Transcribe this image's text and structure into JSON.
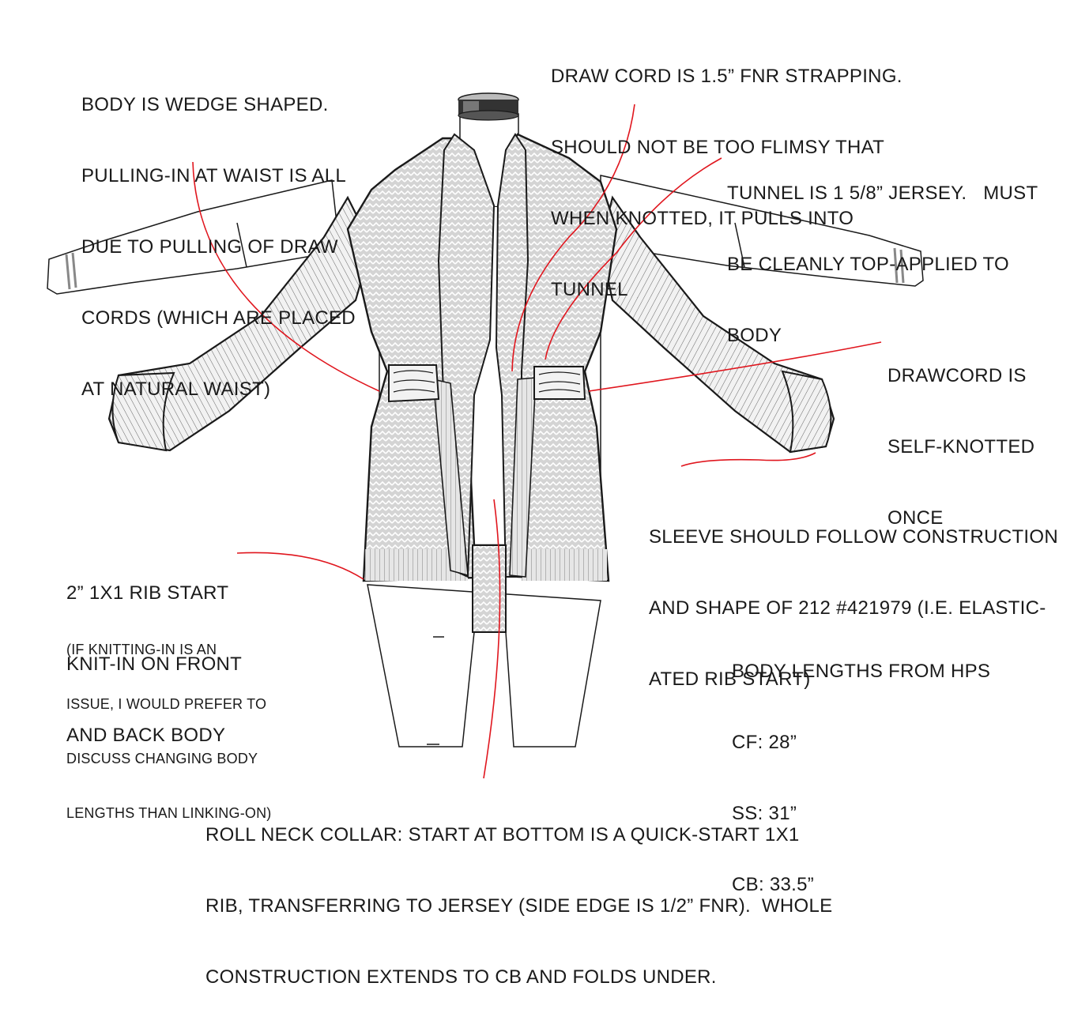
{
  "annotations": {
    "body_shape": [
      "BODY IS WEDGE SHAPED.",
      "PULLING-IN AT WAIST IS ALL",
      "DUE TO PULLING OF DRAW",
      "CORDS (WHICH ARE PLACED",
      "AT NATURAL WAIST)"
    ],
    "draw_cord": [
      "DRAW CORD IS 1.5” FNR STRAPPING.",
      "SHOULD NOT BE TOO FLIMSY THAT",
      "WHEN KNOTTED, IT PULLS INTO",
      "TUNNEL"
    ],
    "tunnel": [
      "TUNNEL IS 1 5/8” JERSEY.   MUST",
      "BE CLEANLY TOP-APPLIED TO",
      "BODY"
    ],
    "drawcord_knot": [
      "DRAWCORD IS",
      "SELF-KNOTTED",
      "ONCE"
    ],
    "sleeve": [
      "SLEEVE SHOULD FOLLOW CONSTRUCTION",
      "AND SHAPE OF 212 #421979 (I.E. ELASTIC-",
      "ATED RIB START)"
    ],
    "rib_start": [
      "2” 1X1 RIB START",
      "KNIT-IN ON FRONT",
      "AND BACK BODY"
    ],
    "rib_start_note": [
      "(IF KNITTING-IN IS AN",
      "ISSUE, I WOULD PREFER TO",
      "DISCUSS CHANGING BODY",
      "LENGTHS THAN LINKING-ON)"
    ],
    "body_lengths": [
      "BODY LENGTHS FROM HPS",
      "CF: 28”",
      "SS: 31”",
      "CB: 33.5”"
    ],
    "roll_neck": [
      "ROLL NECK COLLAR: START AT BOTTOM IS A QUICK-START 1X1",
      "RIB, TRANSFERRING TO JERSEY (SIDE EDGE IS 1/2” FNR).  WHOLE",
      "CONSTRUCTION EXTENDS TO CB AND FOLDS UNDER."
    ]
  },
  "colors": {
    "leader_line": "#e0161e",
    "outline": "#1a1a1a",
    "knit_fill": "#cfcfcf",
    "rib_fill": "#eeeeee"
  }
}
